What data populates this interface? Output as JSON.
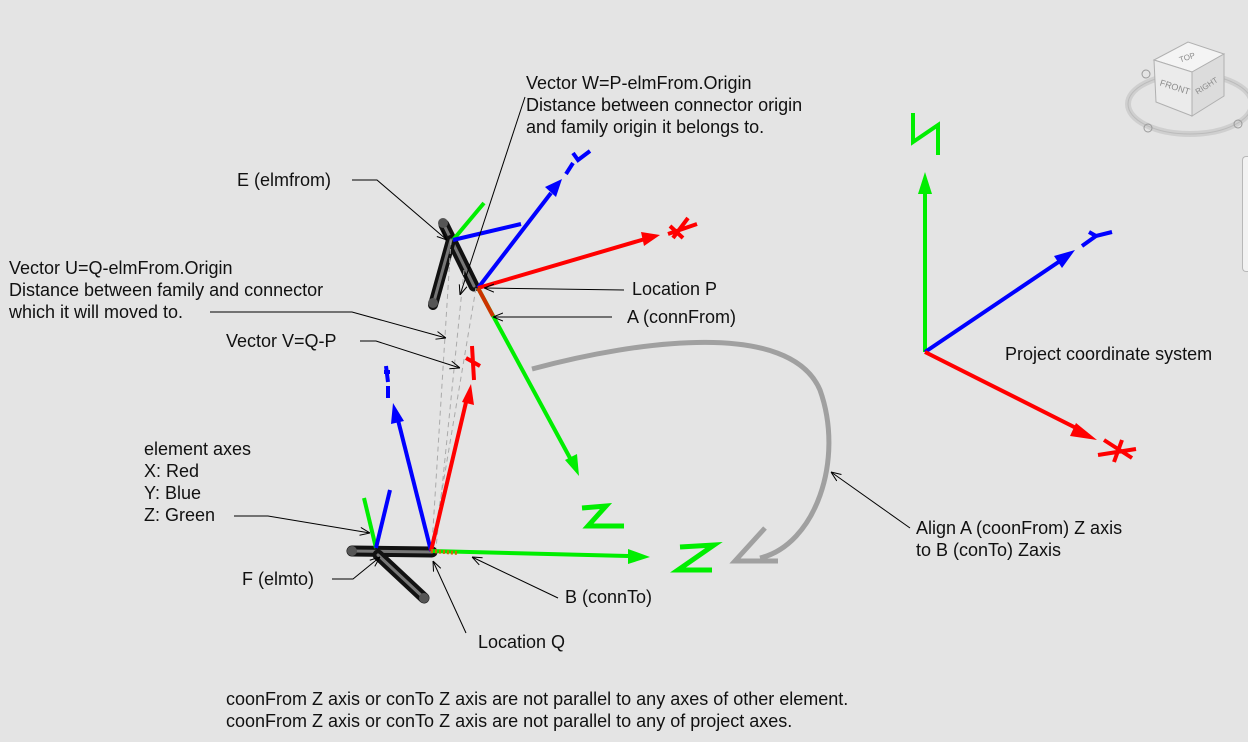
{
  "labels": {
    "vector_w": [
      "Vector W=P-elmFrom.Origin",
      "Distance between connector origin",
      "and family origin it belongs to."
    ],
    "e_elmfrom": "E (elmfrom)",
    "vector_u": [
      "Vector U=Q-elmFrom.Origin",
      "Distance between family and connector",
      "which it will moved to."
    ],
    "location_p": "Location P",
    "a_connfrom": "A (connFrom)",
    "vector_v": "Vector V=Q-P",
    "project_cs": "Project coordinate system",
    "element_axes": [
      "element axes",
      "X: Red",
      "Y: Blue",
      "Z: Green"
    ],
    "f_elmto": "F (elmto)",
    "b_connto": "B (connTo)",
    "location_q": "Location Q",
    "align": [
      "Align A (coonFrom) Z axis",
      "to B (conTo) Zaxis"
    ]
  },
  "notes": [
    "coonFrom Z axis or conTo Z axis are not parallel to any axes of other element.",
    "coonFrom Z axis or conTo Z axis are not parallel to any of project axes."
  ],
  "viewcube": {
    "top": "TOP",
    "front": "FRONT",
    "right": "RIGHT"
  },
  "colors": {
    "x_axis": "#ff0000",
    "y_axis": "#0000ff",
    "z_axis": "#00ee00",
    "arrow": "#a0a0a0",
    "background": "#e4e4e4"
  }
}
